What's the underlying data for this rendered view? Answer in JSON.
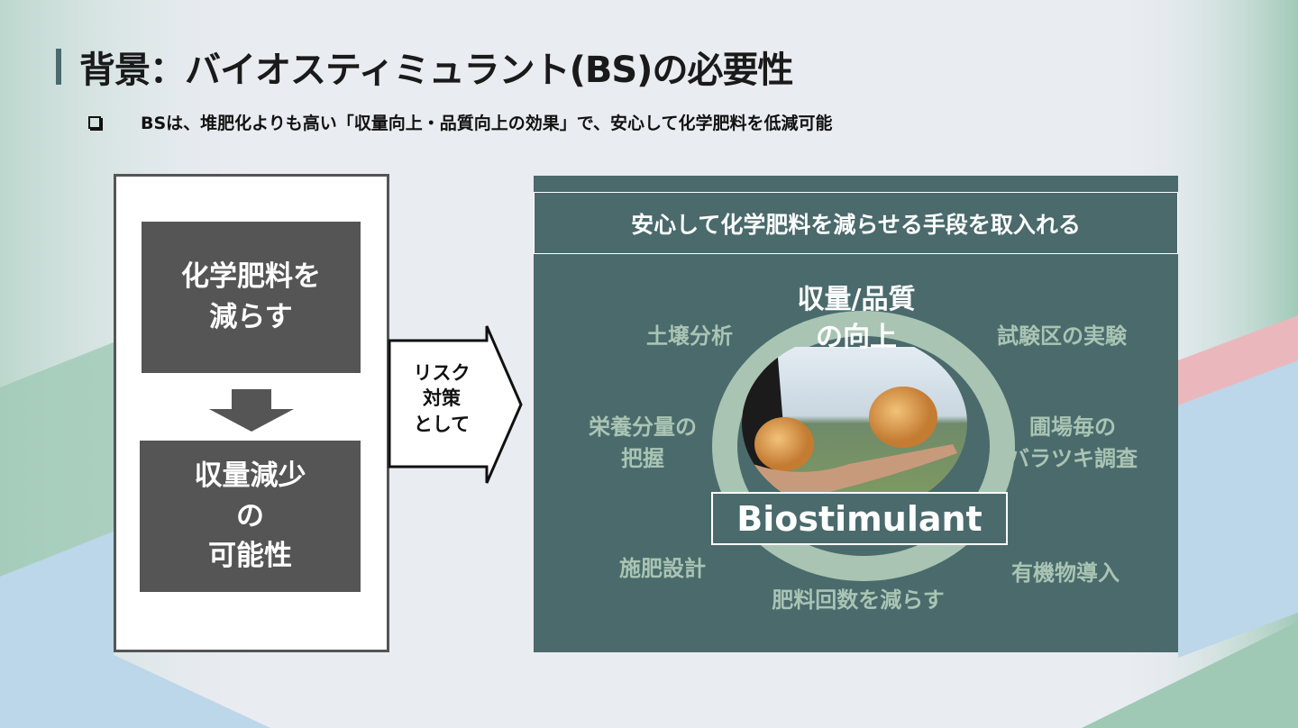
{
  "slide": {
    "title": "背景：バイオスティミュラント(BS)の必要性",
    "bullet": "BSは、堆肥化よりも高い「収量向上・品質向上の効果」で、安心して化学肥料を低減可能"
  },
  "left_flow": {
    "box1": "化学肥料を\n減らす",
    "box2": "収量減少\nの\n可能性",
    "arrow_label": "リスク\n対策\nとして"
  },
  "right_panel": {
    "header": "安心して化学肥料を減らせる手段を取入れる",
    "center_title": "収量/品質\nの向上",
    "center_label": "Biostimulant",
    "items": [
      "土壌分析",
      "試験区の実験",
      "栄養分量の\n把握",
      "圃場毎の\nバラツキ調査",
      "施肥設計",
      "有機物導入",
      "肥料回数を減らす"
    ]
  },
  "colors": {
    "panel": "#4a6a6c",
    "ring": "#a9c4b3",
    "dark_box": "#555555"
  }
}
